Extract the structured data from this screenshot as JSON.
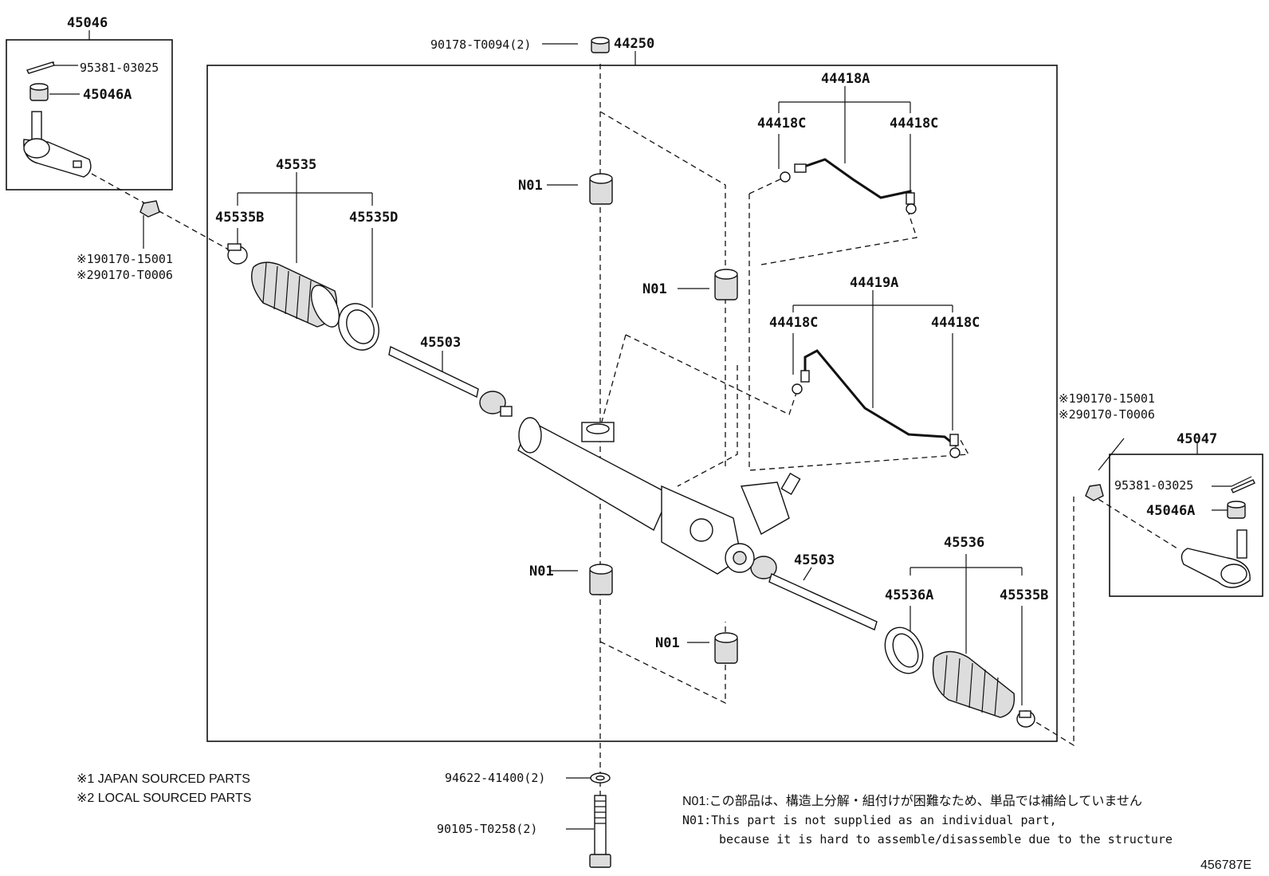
{
  "labels": {
    "tie_rod_end_left_box": "45046",
    "cotter_pin_left": "95381-03025",
    "nut_left": "45046A",
    "grease_fitting_left_1": "※190170-15001",
    "grease_fitting_left_2": "※290170-T0006",
    "bolt_top": "90178-T0094(2)",
    "rack_assembly": "44250",
    "pipe_upper": "44418A",
    "pipe_upper_left_cushion": "44418C",
    "pipe_upper_right_cushion": "44418C",
    "boot_left": "45535",
    "clip_left": "45535B",
    "clamp_left": "45535D",
    "n01_a": "N01",
    "n01_b": "N01",
    "pipe_lower": "44419A",
    "pipe_lower_left_cushion": "44418C",
    "pipe_lower_right_cushion": "44418C",
    "tie_rod_left": "45503",
    "grease_fitting_right_1": "※190170-15001",
    "grease_fitting_right_2": "※290170-T0006",
    "tie_rod_end_right_box": "45047",
    "cotter_pin_right": "95381-03025",
    "nut_right": "45046A",
    "boot_right": "45536",
    "tie_rod_right": "45503",
    "clamp_right": "45536A",
    "clip_right": "45535B",
    "n01_c": "N01",
    "n01_d": "N01",
    "washer_bottom": "94622-41400(2)",
    "bolt_bottom": "90105-T0258(2)"
  },
  "notes": {
    "note_1": "※1 JAPAN SOURCED PARTS",
    "note_2": "※2 LOCAL SOURCED PARTS",
    "n01_jp": "N01:この部品は、構造上分解・組付けが困難なため、単品では補給していません",
    "n01_en_1": "N01:This part is not supplied as an individual part,",
    "n01_en_2": "because it is hard to assemble/disassemble due to the structure"
  },
  "figure_id": "456787E"
}
